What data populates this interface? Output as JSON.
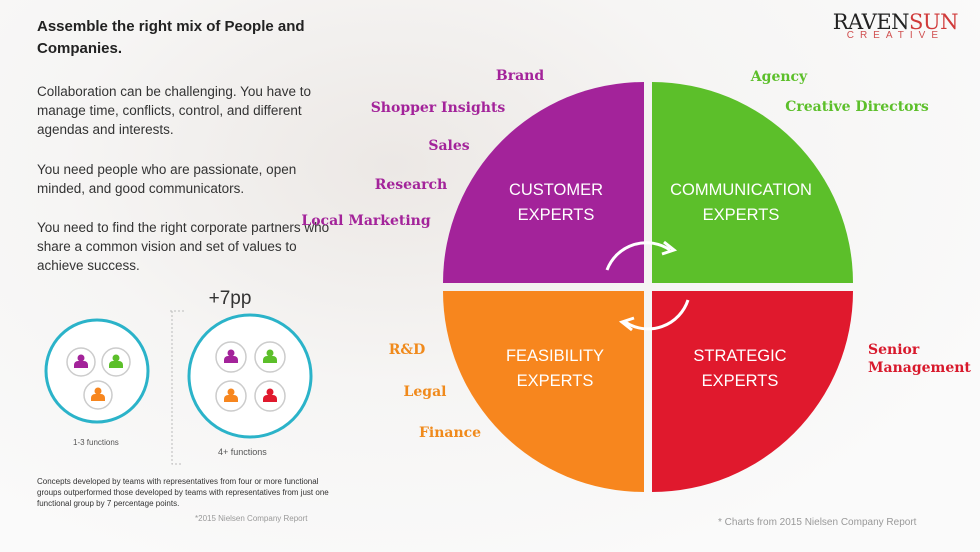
{
  "title": "Assemble the right mix of People and Companies.",
  "paragraphs": [
    "Collaboration can be challenging. You have to manage time, conflicts, control, and different agendas and interests.",
    "You need people who are passionate, open minded, and good communicators.",
    "You need to find the right corporate partners who share a common vision and set of values to achieve success."
  ],
  "logo": {
    "part1": "RAVEN",
    "part2": "SUN",
    "sub": "CREATIVE"
  },
  "comparison": {
    "delta": "+7pp",
    "small_label": "1-3 functions",
    "large_label": "4+ functions",
    "note": "Concepts developed by teams with representatives from four or more functional groups outperformed those developed by teams with representatives from just one functional group by 7 percentage points.",
    "source": "*2015 Nielsen Company Report"
  },
  "quadrants": {
    "customer": "CUSTOMER EXPERTS",
    "communication": "COMMUNICATION EXPERTS",
    "feasibility": "FEASIBILITY EXPERTS",
    "strategic": "STRATEGIC EXPERTS"
  },
  "labels": {
    "brand": "Brand",
    "shopper": "Shopper Insights",
    "sales": "Sales",
    "research": "Research",
    "local": "Local Marketing",
    "agency": "Agency",
    "creative": "Creative Directors",
    "rd": "R&D",
    "legal": "Legal",
    "finance": "Finance",
    "senior1": "Senior",
    "senior2": "Management"
  },
  "footer": "* Charts from 2015 Nielsen Company Report",
  "colors": {
    "purple": "#a3239a",
    "green": "#5cbf2a",
    "orange": "#f7861e",
    "red": "#e0192d",
    "teal": "#2bb3c9"
  }
}
